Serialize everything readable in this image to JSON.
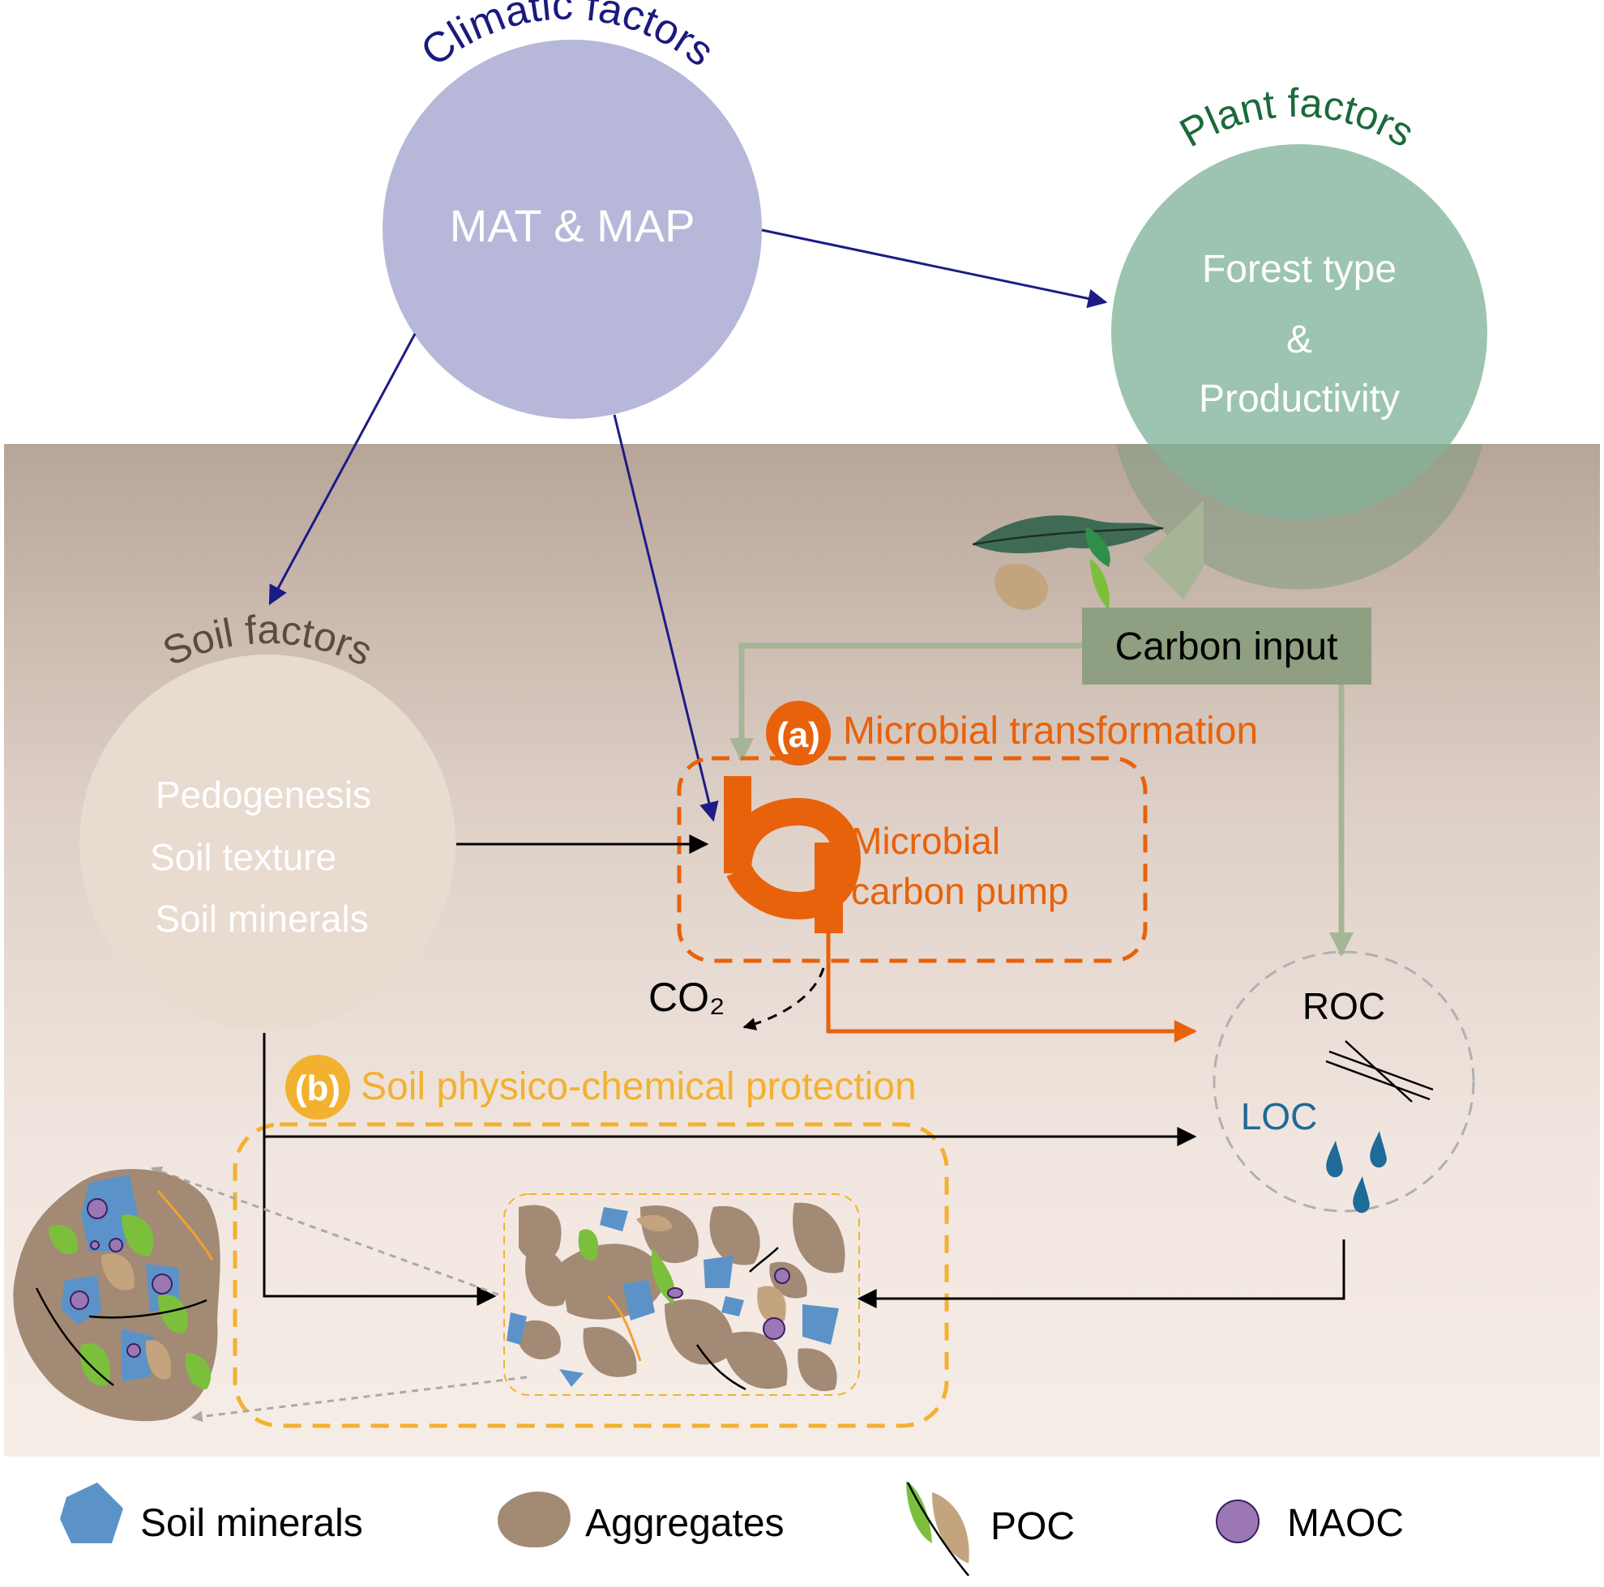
{
  "climatic": {
    "title": "Climatic factors",
    "body": "MAT & MAP"
  },
  "plant": {
    "title": "Plant factors",
    "line1": "Forest type",
    "line2": "&",
    "line3": "Productivity"
  },
  "soil": {
    "title": "Soil factors",
    "line1": "Pedogenesis",
    "line2": "Soil texture",
    "line3": "Soil minerals"
  },
  "carbon_input": {
    "label": "Carbon input"
  },
  "microbial": {
    "badge": "(a)",
    "title": "Microbial transformation",
    "pump_line1": "Microbial",
    "pump_line2": "carbon pump"
  },
  "co2": {
    "label": "CO₂"
  },
  "protection": {
    "badge": "(b)",
    "title": "Soil physico-chemical protection"
  },
  "pools": {
    "roc": "ROC",
    "loc": "LOC"
  },
  "legend": {
    "minerals": "Soil minerals",
    "aggregates": "Aggregates",
    "poc": "POC",
    "maoc": "MAOC"
  },
  "colors": {
    "climatic_circle": "#b6b7d9",
    "climatic_text": "#1a1a7e",
    "plant_circle": "#9cc4b0",
    "plant_text": "#1a6a3a",
    "soil_circle": "#e8dbd0",
    "soil_text": "#5c4a3e",
    "carbon_box": "#8f9f81",
    "orange": "#e8620c",
    "yellow": "#f3b130",
    "loc_blue": "#1e6a98",
    "mineral_blue": "#5b93c9",
    "aggregate_brown": "#a38a75",
    "poc_green": "#7cbf3d",
    "maoc_purple": "#9b77b4",
    "navy_arrow": "#1c1c86",
    "green_arrow": "#a6b596"
  }
}
